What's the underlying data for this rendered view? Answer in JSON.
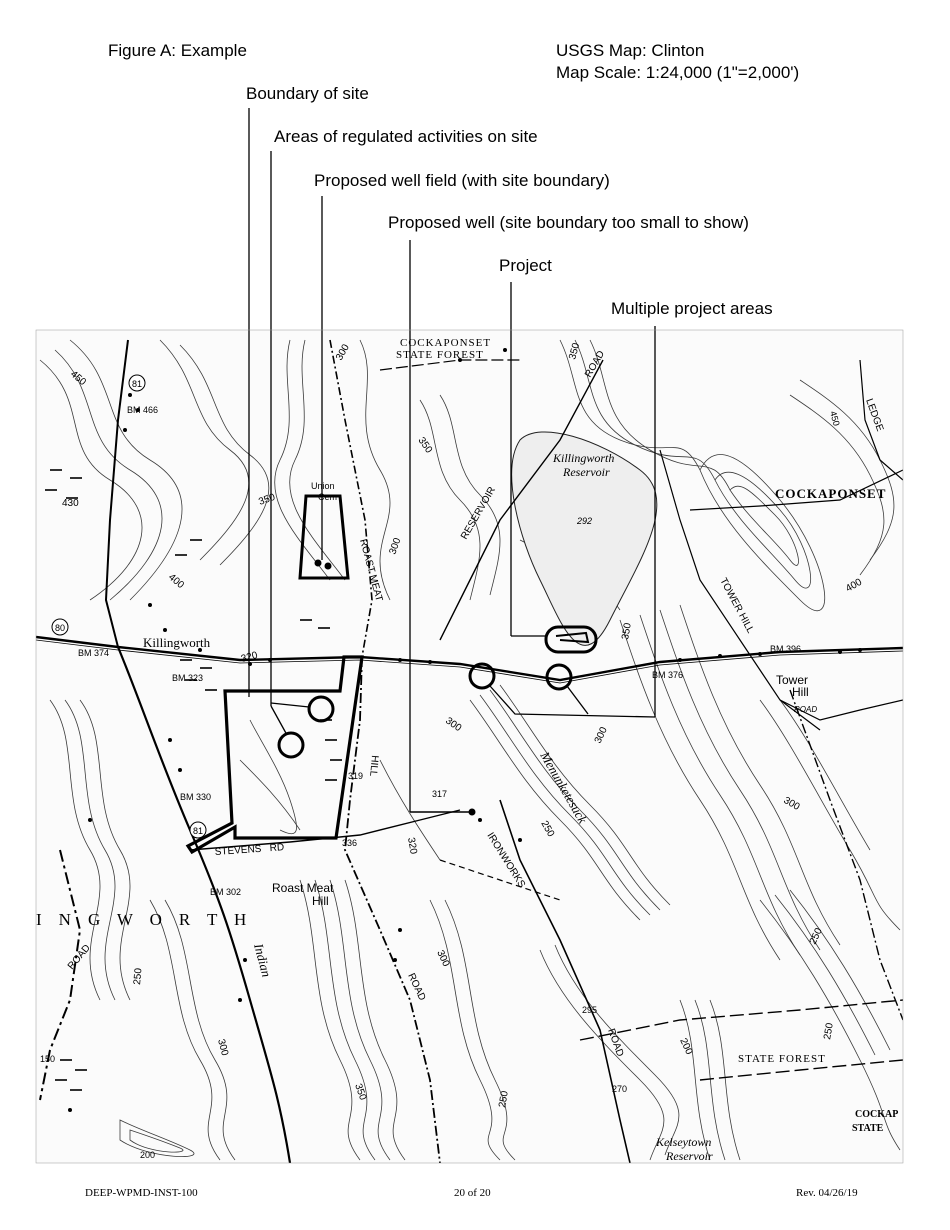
{
  "header": {
    "figure_title": "Figure A:  Example",
    "map_source": "USGS Map: Clinton",
    "map_scale": "Map Scale: 1:24,000 (1\"=2,000')"
  },
  "callouts": [
    {
      "label": "Boundary of site"
    },
    {
      "label": "Areas of regulated activities on site"
    },
    {
      "label": "Proposed well field (with site boundary)"
    },
    {
      "label": "Proposed well (site boundary too small to show)"
    },
    {
      "label": "Project"
    },
    {
      "label": "Multiple project areas"
    }
  ],
  "map": {
    "place_labels": {
      "cockaponset_sf_1": "COCKAPONSET",
      "cockaponset_sf_2": "STATE  FOREST",
      "killingworth_res_1": "Killingworth",
      "killingworth_res_2": "Reservoir",
      "cockaponset_east": "COCKAPONSET",
      "killingworth_town": "Killingworth",
      "tower_hill_1": "Tower",
      "tower_hill_2": "Hill",
      "roast_meat_hill_1": "Roast Meat",
      "roast_meat_hill_2": "Hill",
      "township": "I    N    G    W    O    R    T    H",
      "menunketesuck": "Menunketesuck",
      "state_forest_se": "STATE  FOREST",
      "cockap_se_1": "COCKAP",
      "cockap_se_2": "STATE",
      "kelseytown_1": "Kelseytown",
      "kelseytown_2": "Reservoir",
      "indian": "Indian",
      "union": "Union",
      "cem": "Cem"
    },
    "road_labels": {
      "roast_meat": "ROAST  MEAT",
      "hill": "HILL",
      "reservoir_road": "RESERVOIR",
      "road_n": "ROAD",
      "tower_hill_rd": "TOWER HILL",
      "stevens_rd": "STEVENS   RD",
      "ironworks": "IRONWORKS",
      "road_w": "ROAD",
      "road_s": "ROAD",
      "road_se": "ROAD",
      "ledge": "LEDGE",
      "tower_road": "ROAD"
    },
    "route_shields": [
      "81",
      "80",
      "81"
    ],
    "benchmarks": [
      "BM 466",
      "BM 374",
      "BM 323",
      "BM 330",
      "BM 302",
      "BM 396",
      "BM 376"
    ],
    "elevations": [
      "450",
      "430",
      "400",
      "350",
      "350",
      "300",
      "300",
      "350",
      "292",
      "350",
      "320",
      "319",
      "336",
      "317",
      "320",
      "300",
      "250",
      "300",
      "250",
      "300",
      "295",
      "270",
      "200",
      "250",
      "250",
      "200",
      "150",
      "350",
      "400",
      "450",
      "300",
      "250",
      "300"
    ]
  },
  "footer": {
    "doc_id": "DEEP-WPMD-INST-100",
    "page": "20 of 20",
    "revision": "Rev. 04/26/19"
  }
}
